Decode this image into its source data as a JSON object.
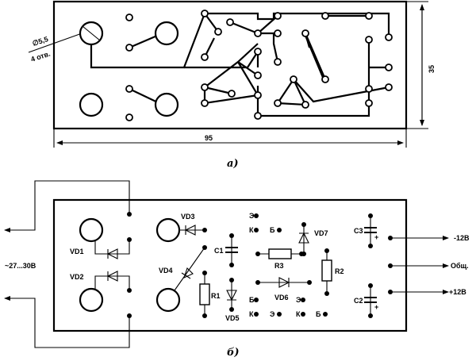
{
  "top_view": {
    "hole_label": "∅5,5",
    "hole_count": "4 отв.",
    "width_dim": "95",
    "height_dim": "35",
    "caption": "а)"
  },
  "bottom_view": {
    "caption": "б)",
    "input_voltage": "~27...30В",
    "outputs": [
      "-12В",
      "Общ.",
      "+12В"
    ],
    "components": {
      "vd1": "VD1",
      "vd2": "VD2",
      "vd3": "VD3",
      "vd4": "VD4",
      "vd5": "VD5",
      "vd6": "VD6",
      "vd7": "VD7",
      "c1": "C1",
      "c2": "C2",
      "c3": "C3",
      "r1": "R1",
      "r2": "R2",
      "r3": "R3"
    },
    "transistor_pins": {
      "e": "Э",
      "k": "К",
      "b": "Б"
    },
    "plus": "+"
  }
}
